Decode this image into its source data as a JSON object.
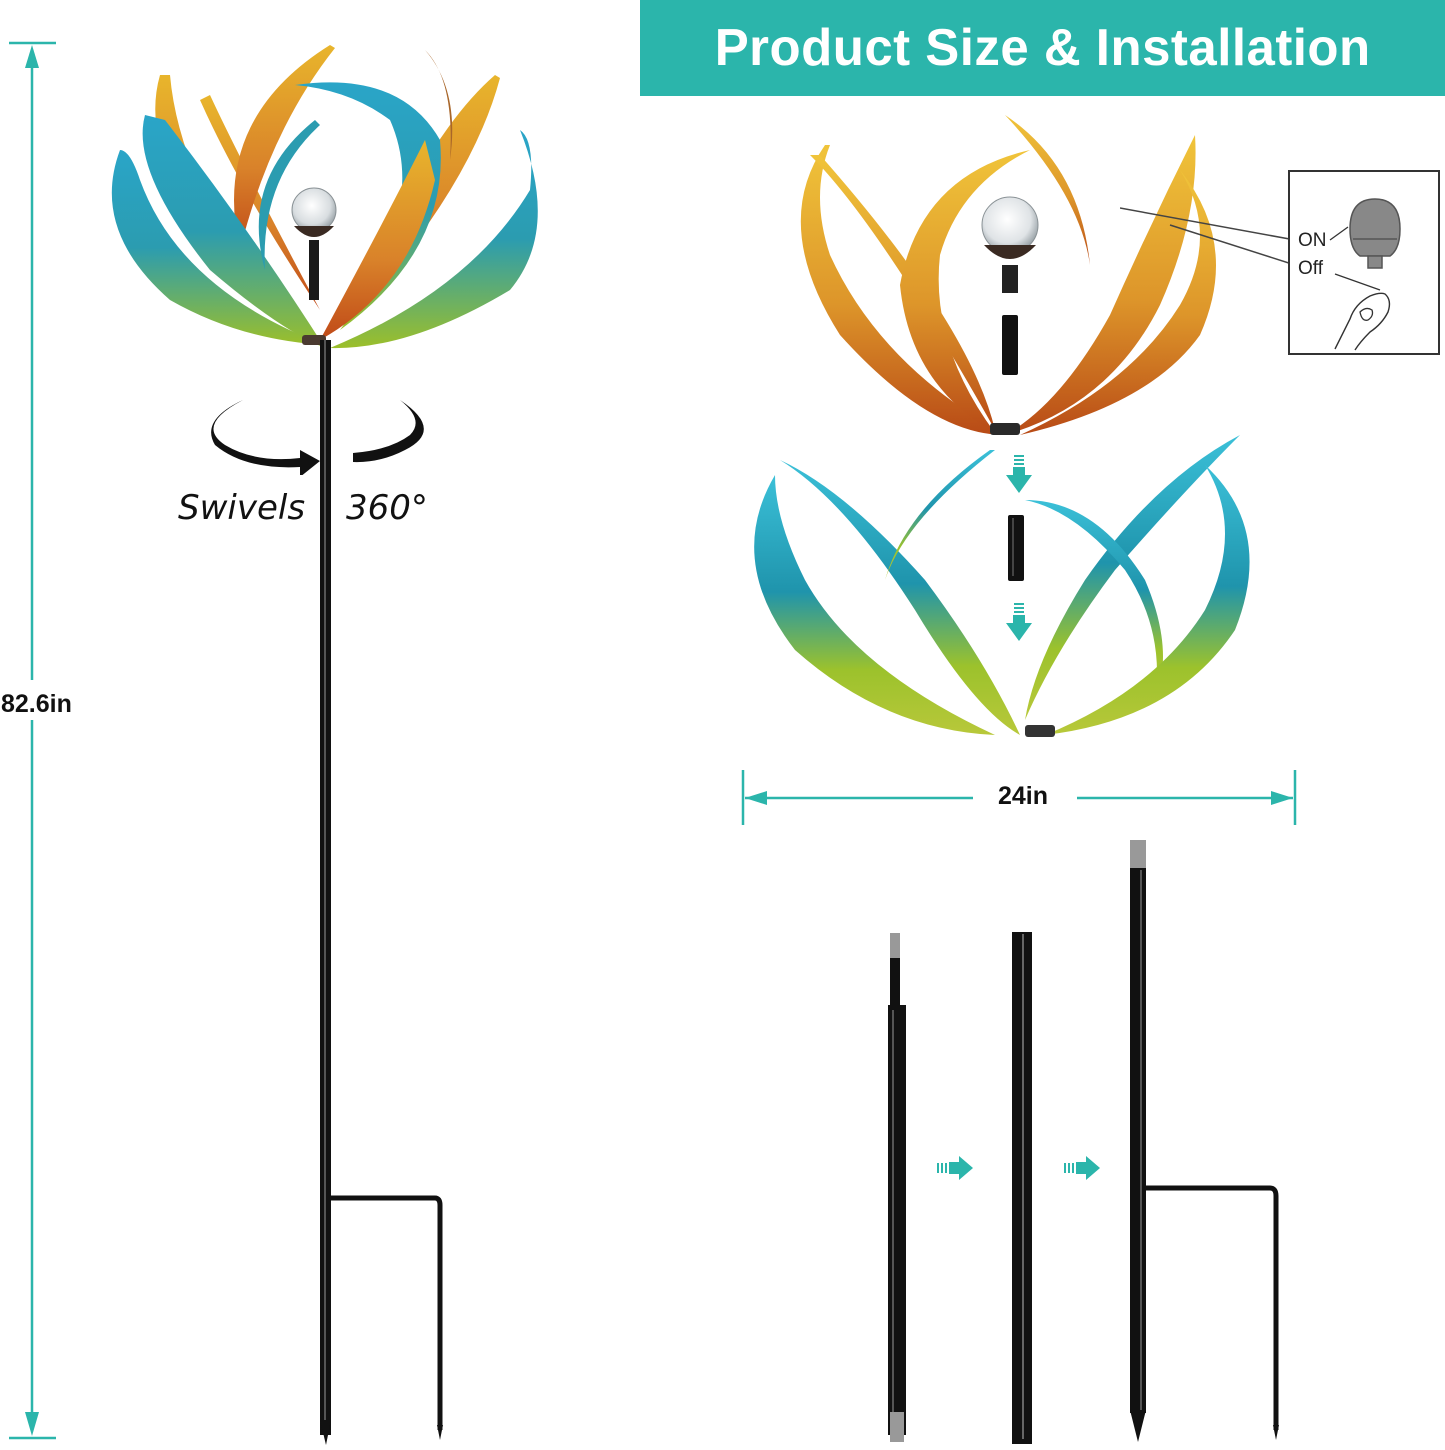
{
  "header": {
    "title": "Product Size & Installation",
    "background_color": "#2bb5ab",
    "text_color": "#ffffff"
  },
  "dimensions": {
    "height_label": "82.6in",
    "width_label": "24in",
    "arrow_color": "#2bb5ab"
  },
  "rotation": {
    "label_left": "Swivels",
    "label_right": "360°",
    "icon": "rotate-arrows-icon"
  },
  "switch_inset": {
    "on_label": "ON",
    "off_label": "Off",
    "icon": "solar-light-bulb-icon",
    "hand_icon": "pinch-hand-icon"
  },
  "assembly": {
    "steps": [
      {
        "part": "top-pole-threaded-both-ends"
      },
      {
        "part": "middle-pole"
      },
      {
        "part": "bottom-stake-with-fork"
      }
    ],
    "arrow_icon": "right-arrow-icon",
    "down_arrow_icon": "down-arrow-icon"
  },
  "palette": {
    "teal": "#2bb5ab",
    "gold": "#e0a928",
    "copper": "#c8561c",
    "blue": "#2aa5c8",
    "green": "#9cbf2a",
    "pole": "#111111"
  }
}
